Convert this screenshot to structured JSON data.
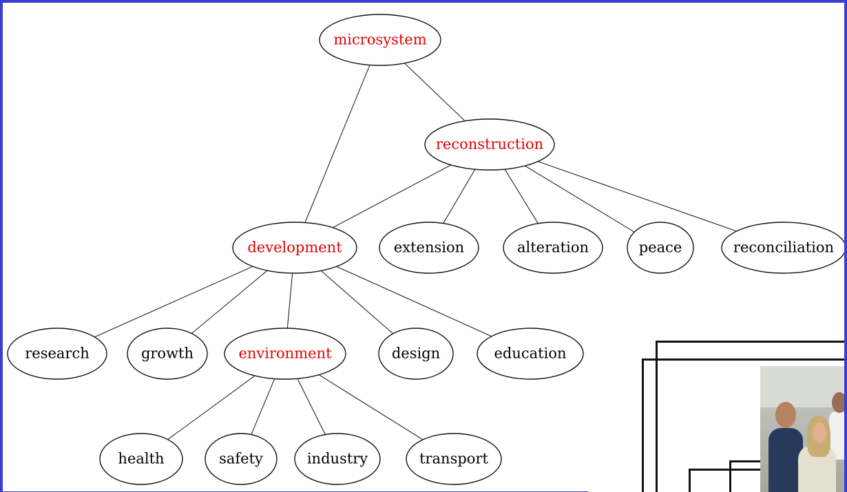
{
  "tree": {
    "nodes": [
      {
        "id": "microsystem",
        "label": "microsystem",
        "color": "#e00000",
        "highlighted": true
      },
      {
        "id": "reconstruction",
        "label": "reconstruction",
        "color": "#e00000",
        "highlighted": true
      },
      {
        "id": "development",
        "label": "development",
        "color": "#e00000",
        "highlighted": true
      },
      {
        "id": "extension",
        "label": "extension",
        "color": "#000000",
        "highlighted": false
      },
      {
        "id": "alteration",
        "label": "alteration",
        "color": "#000000",
        "highlighted": false
      },
      {
        "id": "peace",
        "label": "peace",
        "color": "#000000",
        "highlighted": false
      },
      {
        "id": "reconciliation",
        "label": "reconciliation",
        "color": "#000000",
        "highlighted": false
      },
      {
        "id": "research",
        "label": "research",
        "color": "#000000",
        "highlighted": false
      },
      {
        "id": "growth",
        "label": "growth",
        "color": "#000000",
        "highlighted": false
      },
      {
        "id": "environment",
        "label": "environment",
        "color": "#e00000",
        "highlighted": true
      },
      {
        "id": "design",
        "label": "design",
        "color": "#000000",
        "highlighted": false
      },
      {
        "id": "education",
        "label": "education",
        "color": "#000000",
        "highlighted": false
      },
      {
        "id": "health",
        "label": "health",
        "color": "#000000",
        "highlighted": false
      },
      {
        "id": "safety",
        "label": "safety",
        "color": "#000000",
        "highlighted": false
      },
      {
        "id": "industry",
        "label": "industry",
        "color": "#000000",
        "highlighted": false
      },
      {
        "id": "transport",
        "label": "transport",
        "color": "#000000",
        "highlighted": false
      }
    ],
    "edges": [
      [
        "microsystem",
        "reconstruction"
      ],
      [
        "microsystem",
        "development"
      ],
      [
        "reconstruction",
        "development"
      ],
      [
        "reconstruction",
        "extension"
      ],
      [
        "reconstruction",
        "alteration"
      ],
      [
        "reconstruction",
        "peace"
      ],
      [
        "reconstruction",
        "reconciliation"
      ],
      [
        "development",
        "research"
      ],
      [
        "development",
        "growth"
      ],
      [
        "development",
        "environment"
      ],
      [
        "development",
        "design"
      ],
      [
        "development",
        "education"
      ],
      [
        "environment",
        "health"
      ],
      [
        "environment",
        "safety"
      ],
      [
        "environment",
        "industry"
      ],
      [
        "environment",
        "transport"
      ]
    ]
  },
  "colors": {
    "highlight_label": "#e00000",
    "normal_label": "#000000",
    "border_accent": "#3b3bd6"
  },
  "photo": {
    "icon": "people-photo"
  }
}
